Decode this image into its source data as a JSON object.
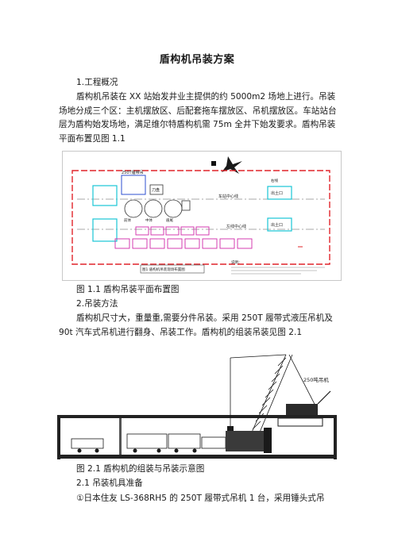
{
  "document": {
    "title": "盾构机吊装方案",
    "section1_heading": "1.工程概况",
    "paragraph1": "盾构机吊装在 XX 站始发井业主提供的约 5000m2 场地上进行。吊装场地分成三个区：主机摆放区、后配套拖车摆放区、吊机摆放区。车站站台层为盾构始发场地，满足维尔特盾构机需 75m 全井下始发要求。盾构吊装平面布置见图 1.1",
    "figure1_caption": "图 1.1 盾构吊装平面布置图",
    "section2_heading": "2.吊装方法",
    "paragraph2": "盾构机尺寸大，重量重,需要分件吊装。采用 250T 履带式液压吊机及 90t 汽车式吊机进行翻身、吊装工作。盾构机的组装吊装见图 2.1",
    "figure2_caption": "图 2.1 盾构机的组装与吊装示意图",
    "section21_heading": "2.1 吊装机具准备",
    "paragraph3": "①日本住友 LS-368RH5 的 250T 履带式吊机 1 台，采用锤头式吊"
  },
  "figure1": {
    "labels": {
      "crane_zone": "250T履带吊",
      "cutter": "刀盘",
      "front_shield": "前体",
      "middle_shield": "中体",
      "tail_shield": "盾尾",
      "main_axis": "车站中心线",
      "tunnel_axis": "左线中心线",
      "right_line": "右线",
      "entrance_1": "出土口",
      "entrance_2": "出土口",
      "legend_title": "说明：",
      "note_title": "图1 盾构机吊装现场布置图"
    }
  },
  "figure2": {
    "crane_label": "250吨吊机"
  },
  "colors": {
    "accent_cyan": "#19c6d6",
    "accent_magenta": "#d12aa8",
    "accent_red": "#e0242a",
    "accent_blue": "#2e4fd0",
    "accent_green": "#2a8c3a"
  }
}
